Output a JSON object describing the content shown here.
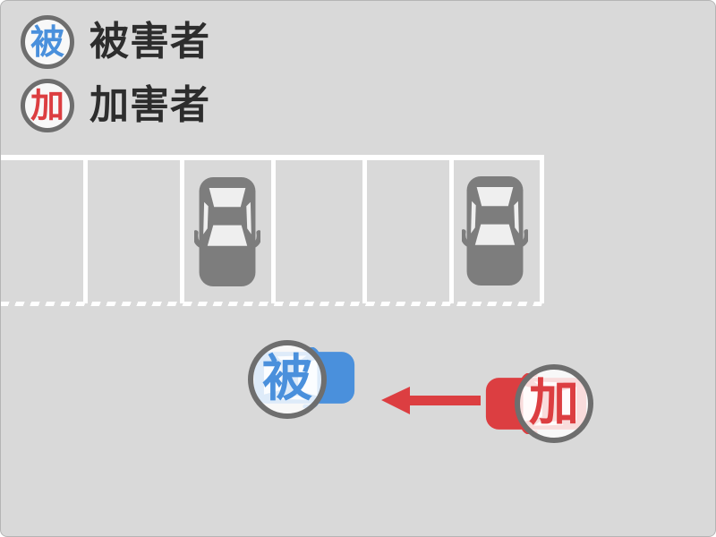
{
  "colors": {
    "bg": "#d9d9d9",
    "frame-border": "#b5b5b5",
    "line": "#ffffff",
    "parked": "#7d7d7d",
    "victim": "#4a90dc",
    "perpetrator": "#dc3e41",
    "badge-border": "#6e6e6e",
    "badge-fill": "rgba(255,255,255,0.82)",
    "legend-text": "#2d2d2d"
  },
  "legend": {
    "items": [
      {
        "badge": "被",
        "label": "被害者"
      },
      {
        "badge": "加",
        "label": "加害者"
      }
    ]
  },
  "scene": {
    "victim_badge": "被",
    "perpetrator_badge": "加",
    "parked_car_count": 2,
    "arrow_direction": "left"
  }
}
